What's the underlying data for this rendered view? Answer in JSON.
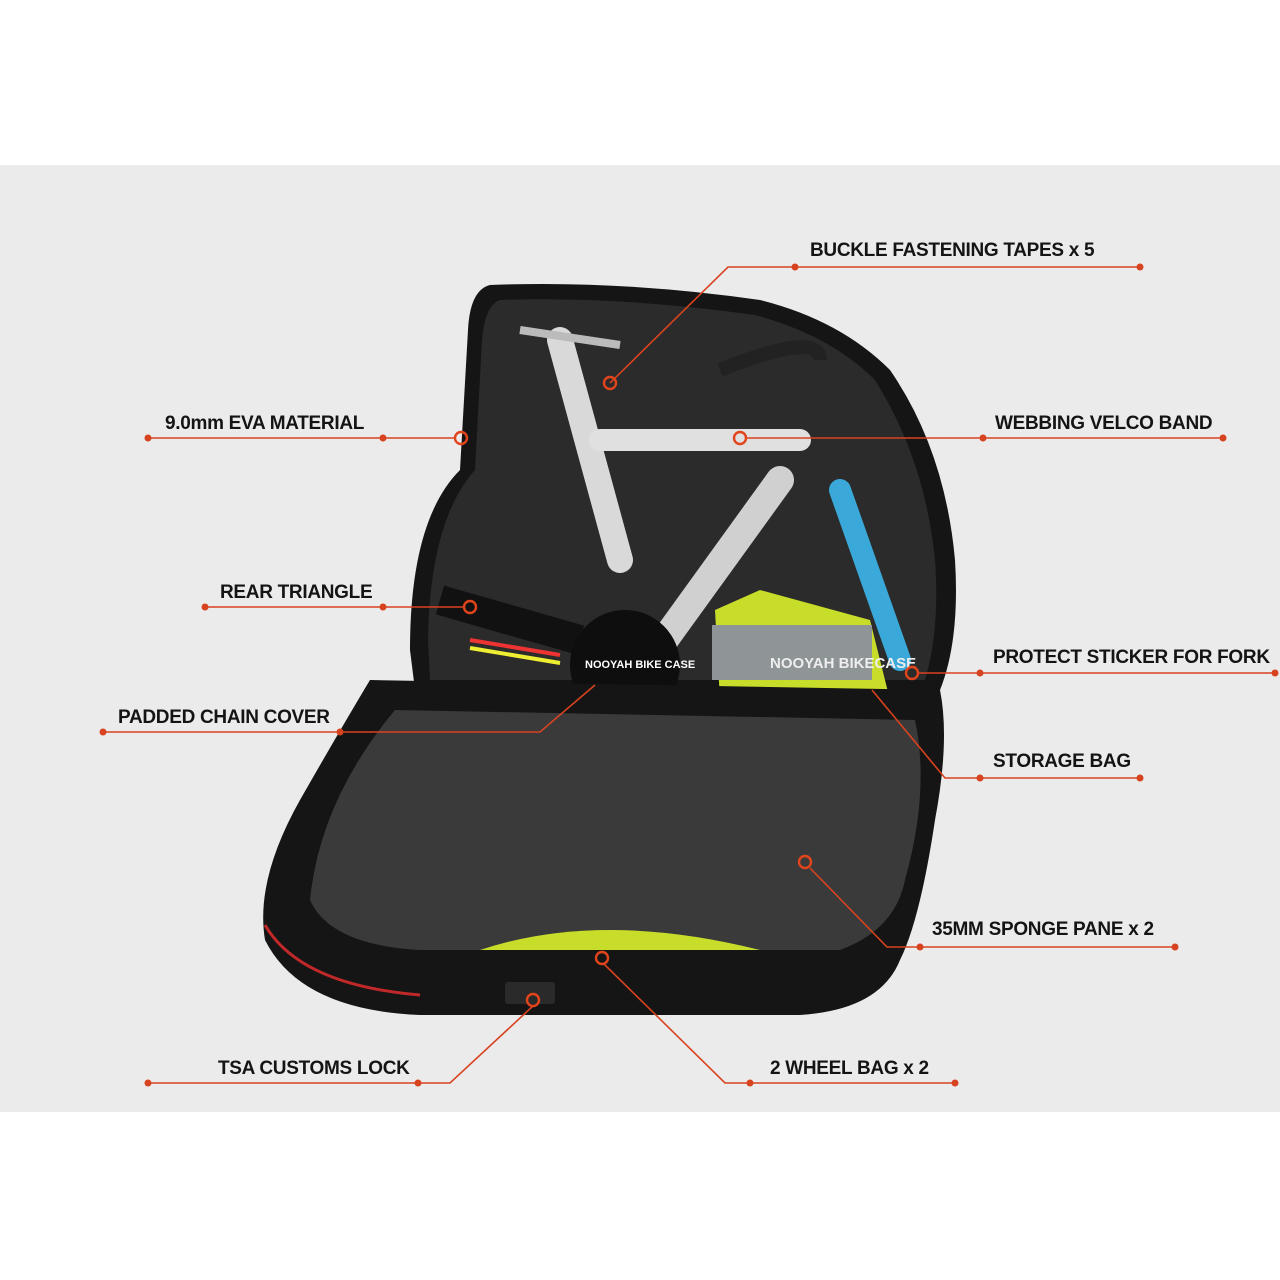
{
  "callouts": [
    {
      "id": "buckle",
      "label": "BUCKLE FASTENING TAPES x 5"
    },
    {
      "id": "eva",
      "label": "9.0mm EVA MATERIAL"
    },
    {
      "id": "webbing",
      "label": "WEBBING VELCO BAND"
    },
    {
      "id": "rear",
      "label": "REAR TRIANGLE"
    },
    {
      "id": "protect",
      "label": "PROTECT STICKER FOR FORK"
    },
    {
      "id": "chain",
      "label": "PADDED CHAIN COVER"
    },
    {
      "id": "storage",
      "label": "STORAGE BAG"
    },
    {
      "id": "sponge",
      "label": "35MM SPONGE PANE x 2"
    },
    {
      "id": "tsa",
      "label": "TSA CUSTOMS LOCK"
    },
    {
      "id": "wheel",
      "label": "2 WHEEL BAG x 2"
    }
  ],
  "logos": {
    "chain_cover": "NOOYAH BIKE CASE",
    "storage_bag": "NOOYAH BIKECASE"
  },
  "colors": {
    "accent": "#d8431f",
    "background": "#ebebeb",
    "case": "#151515",
    "foam": "#3a3a3a",
    "bag": "#c8dc2a",
    "fork": "#3aa8d8"
  }
}
